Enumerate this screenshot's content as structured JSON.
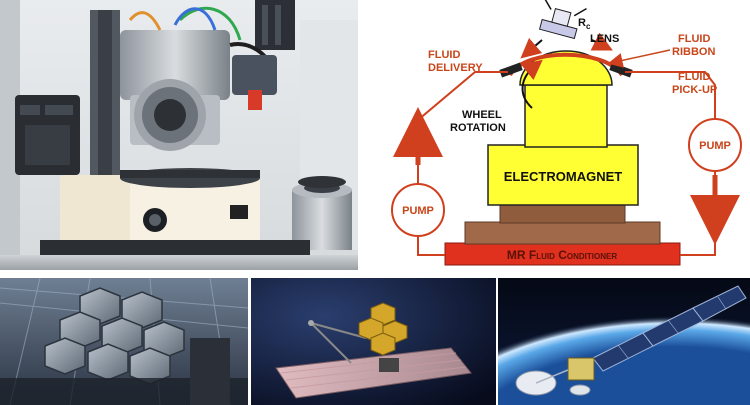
{
  "diagram": {
    "labels": {
      "lens": "LENS",
      "radius_r": "R",
      "radius_sub": "c",
      "fluid_delivery_1": "FLUID",
      "fluid_delivery_2": "DELIVERY",
      "fluid_ribbon_1": "FLUID",
      "fluid_ribbon_2": "RIBBON",
      "fluid_pickup_1": "FLUID",
      "fluid_pickup_2": "PICK-UP",
      "wheel_rotation_1": "WHEEL",
      "wheel_rotation_2": "ROTATION",
      "electromagnet": "ELECTROMAGNET",
      "pump_left": "PUMP",
      "pump_right": "PUMP",
      "conditioner": "MR Fluid Conditioner"
    },
    "colors": {
      "magnet_yellow": "#ffff33",
      "base_brown": "#a0694a",
      "conditioner_red": "#e0301e",
      "line_red": "#d0401e",
      "label_orange": "#c8461a",
      "text_dark": "#111111"
    }
  }
}
